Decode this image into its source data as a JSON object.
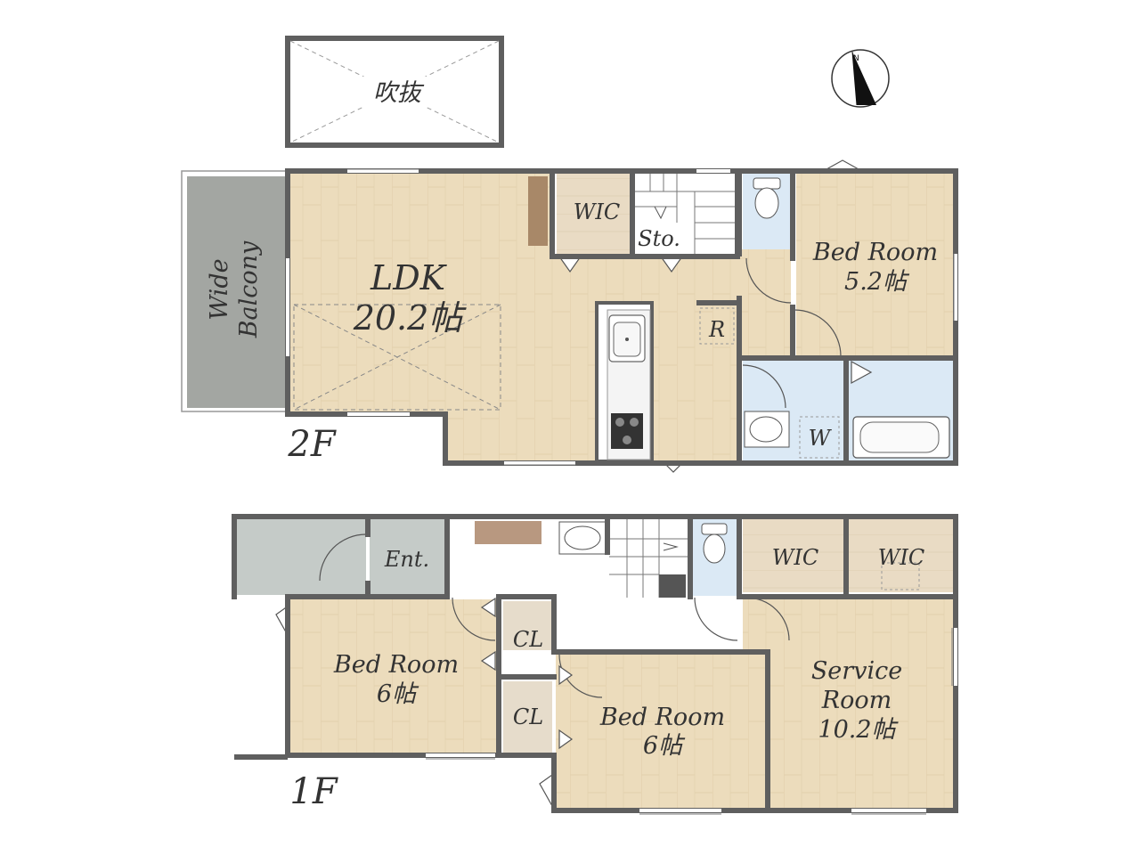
{
  "floors": {
    "second": {
      "label": "2F",
      "atrium_label": "吹抜",
      "rooms": {
        "balcony": {
          "line1": "Wide",
          "line2": "Balcony"
        },
        "ldk": {
          "name": "LDK",
          "size": "20.2帖"
        },
        "wic": {
          "name": "WIC"
        },
        "storage": {
          "name": "Sto."
        },
        "bedroom": {
          "name": "Bed Room",
          "size": "5.2帖"
        },
        "fridge": {
          "name": "R"
        },
        "washer": {
          "name": "W"
        }
      }
    },
    "first": {
      "label": "1F",
      "rooms": {
        "entrance": {
          "name": "Ent."
        },
        "wic_left": {
          "name": "WIC"
        },
        "wic_right": {
          "name": "WIC"
        },
        "closet_upper": {
          "name": "CL"
        },
        "closet_lower": {
          "name": "CL"
        },
        "bedroom_left": {
          "name": "Bed Room",
          "size": "6帖"
        },
        "bedroom_center": {
          "name": "Bed Room",
          "size": "6帖"
        },
        "service_room": {
          "line1": "Service",
          "line2": "Room",
          "size": "10.2帖"
        }
      }
    }
  },
  "colors": {
    "wall": "#5f5f5f",
    "wood_floor": "#ecdcbc",
    "wet_area": "#dbe9f5",
    "balcony": "#a3a6a2",
    "entrance": "#c5cbc8",
    "closet_floor": "#e6dccb"
  },
  "icons": [
    "compass-icon",
    "toilet-icon",
    "sink-icon",
    "stove-icon",
    "bathtub-icon",
    "washbasin-icon",
    "staircase-icon"
  ]
}
